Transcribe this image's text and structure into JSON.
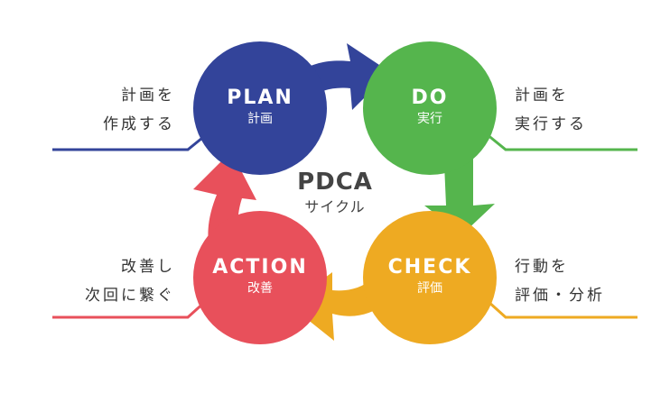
{
  "center": {
    "title": "PDCA",
    "subtitle": "サイクル"
  },
  "plan": {
    "title": "PLAN",
    "sub": "計画",
    "desc": [
      "計画を",
      "作成する"
    ],
    "color": "#33449a"
  },
  "do": {
    "title": "DO",
    "sub": "実行",
    "desc": [
      "計画を",
      "実行する"
    ],
    "color": "#55b54d"
  },
  "check": {
    "title": "CHECK",
    "sub": "評価",
    "desc": [
      "行動を",
      "評価・分析"
    ],
    "color": "#eeaa22"
  },
  "action": {
    "title": "ACTION",
    "sub": "改善",
    "desc": [
      "改善し",
      "次回に繋ぐ"
    ],
    "color": "#e8505b"
  }
}
